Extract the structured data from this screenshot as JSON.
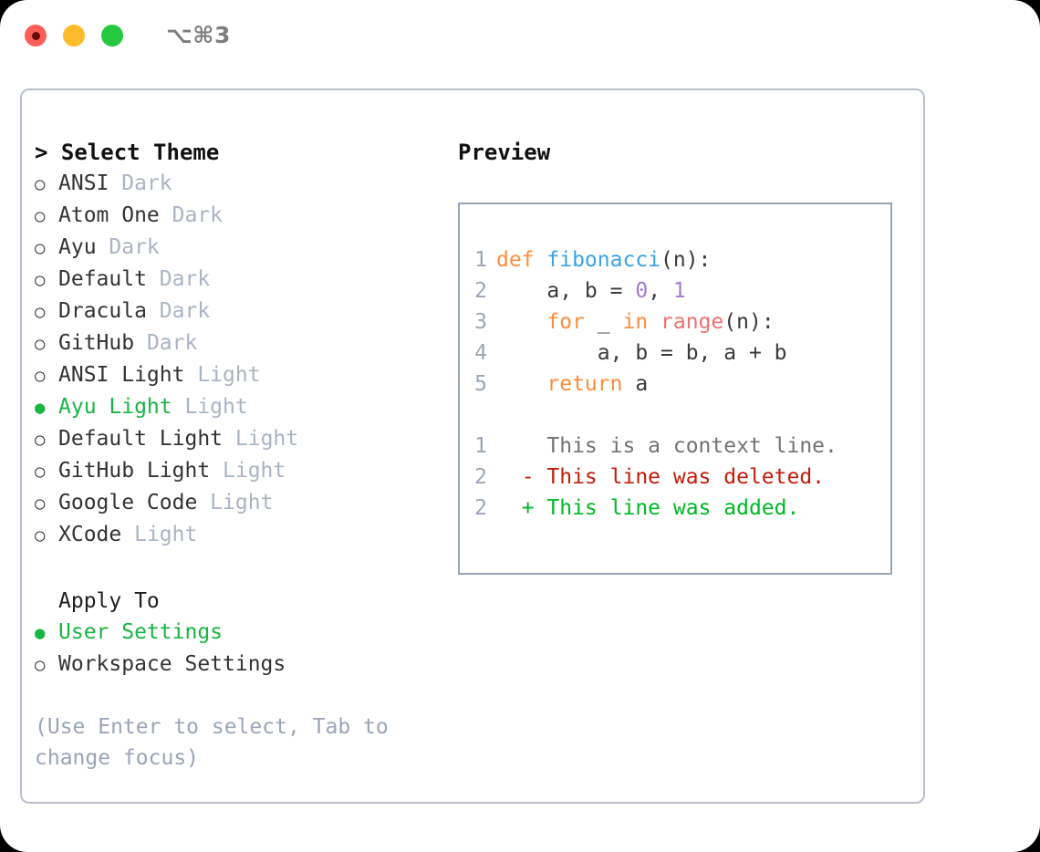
{
  "titlebar": {
    "shortcut": "⌥⌘3",
    "buttons": [
      {
        "name": "close",
        "color": "#FB5F57"
      },
      {
        "name": "minimize",
        "color": "#FDBC2C"
      },
      {
        "name": "maximize",
        "color": "#26C940"
      }
    ]
  },
  "theme_picker": {
    "heading": "> Select Theme",
    "marker_unselected": "○",
    "marker_selected": "●",
    "items": [
      {
        "label": "ANSI",
        "suffix": "Dark",
        "selected": false
      },
      {
        "label": "Atom One",
        "suffix": "Dark",
        "selected": false
      },
      {
        "label": "Ayu",
        "suffix": "Dark",
        "selected": false
      },
      {
        "label": "Default",
        "suffix": "Dark",
        "selected": false
      },
      {
        "label": "Dracula",
        "suffix": "Dark",
        "selected": false
      },
      {
        "label": "GitHub",
        "suffix": "Dark",
        "selected": false
      },
      {
        "label": "ANSI Light",
        "suffix": "Light",
        "selected": false
      },
      {
        "label": "Ayu Light",
        "suffix": "Light",
        "selected": true
      },
      {
        "label": "Default Light",
        "suffix": "Light",
        "selected": false
      },
      {
        "label": "GitHub Light",
        "suffix": "Light",
        "selected": false
      },
      {
        "label": "Google Code",
        "suffix": "Light",
        "selected": false
      },
      {
        "label": "XCode",
        "suffix": "Light",
        "selected": false
      }
    ]
  },
  "apply_to": {
    "heading": "Apply To",
    "items": [
      {
        "label": "User Settings",
        "selected": true
      },
      {
        "label": "Workspace Settings",
        "selected": false
      }
    ]
  },
  "hint": "(Use Enter to select, Tab to change focus)",
  "preview": {
    "title": "Preview",
    "code_lines": [
      {
        "number": "1",
        "tokens": [
          {
            "text": "def ",
            "type": "kw"
          },
          {
            "text": "fibonacci",
            "type": "fn"
          },
          {
            "text": "(n):",
            "type": "pl"
          }
        ]
      },
      {
        "number": "2",
        "tokens": [
          {
            "text": "    a, b = ",
            "type": "pl"
          },
          {
            "text": "0",
            "type": "num"
          },
          {
            "text": ", ",
            "type": "pl"
          },
          {
            "text": "1",
            "type": "num"
          }
        ]
      },
      {
        "number": "3",
        "tokens": [
          {
            "text": "    ",
            "type": "pl"
          },
          {
            "text": "for",
            "type": "kw"
          },
          {
            "text": " _ ",
            "type": "pl"
          },
          {
            "text": "in",
            "type": "kw"
          },
          {
            "text": " ",
            "type": "pl"
          },
          {
            "text": "range",
            "type": "bi"
          },
          {
            "text": "(n):",
            "type": "pl"
          }
        ]
      },
      {
        "number": "4",
        "tokens": [
          {
            "text": "        a, b = b, a + b",
            "type": "pl"
          }
        ]
      },
      {
        "number": "5",
        "tokens": [
          {
            "text": "    ",
            "type": "pl"
          },
          {
            "text": "return",
            "type": "kw"
          },
          {
            "text": " a",
            "type": "pl"
          }
        ]
      }
    ],
    "diff_lines": [
      {
        "number": "1",
        "marker": " ",
        "text": "This is a context line.",
        "type": "ctx"
      },
      {
        "number": "2",
        "marker": "-",
        "text": "This line was deleted.",
        "type": "del"
      },
      {
        "number": "2",
        "marker": "+",
        "text": "This line was added.",
        "type": "add"
      }
    ]
  },
  "colors": {
    "selected_green": "#18b542",
    "suffix_gray": "#aab4c4",
    "hint_gray": "#9aa5b8",
    "panel_border": "#b9c0cc",
    "preview_border": "#97a3b6",
    "keyword": "#FA8D3E",
    "function": "#3AA3E3",
    "number": "#A37ACC",
    "builtin": "#F07171",
    "diff_context": "#737373",
    "diff_deleted": "#C21D0B",
    "diff_added": "#00B825"
  }
}
